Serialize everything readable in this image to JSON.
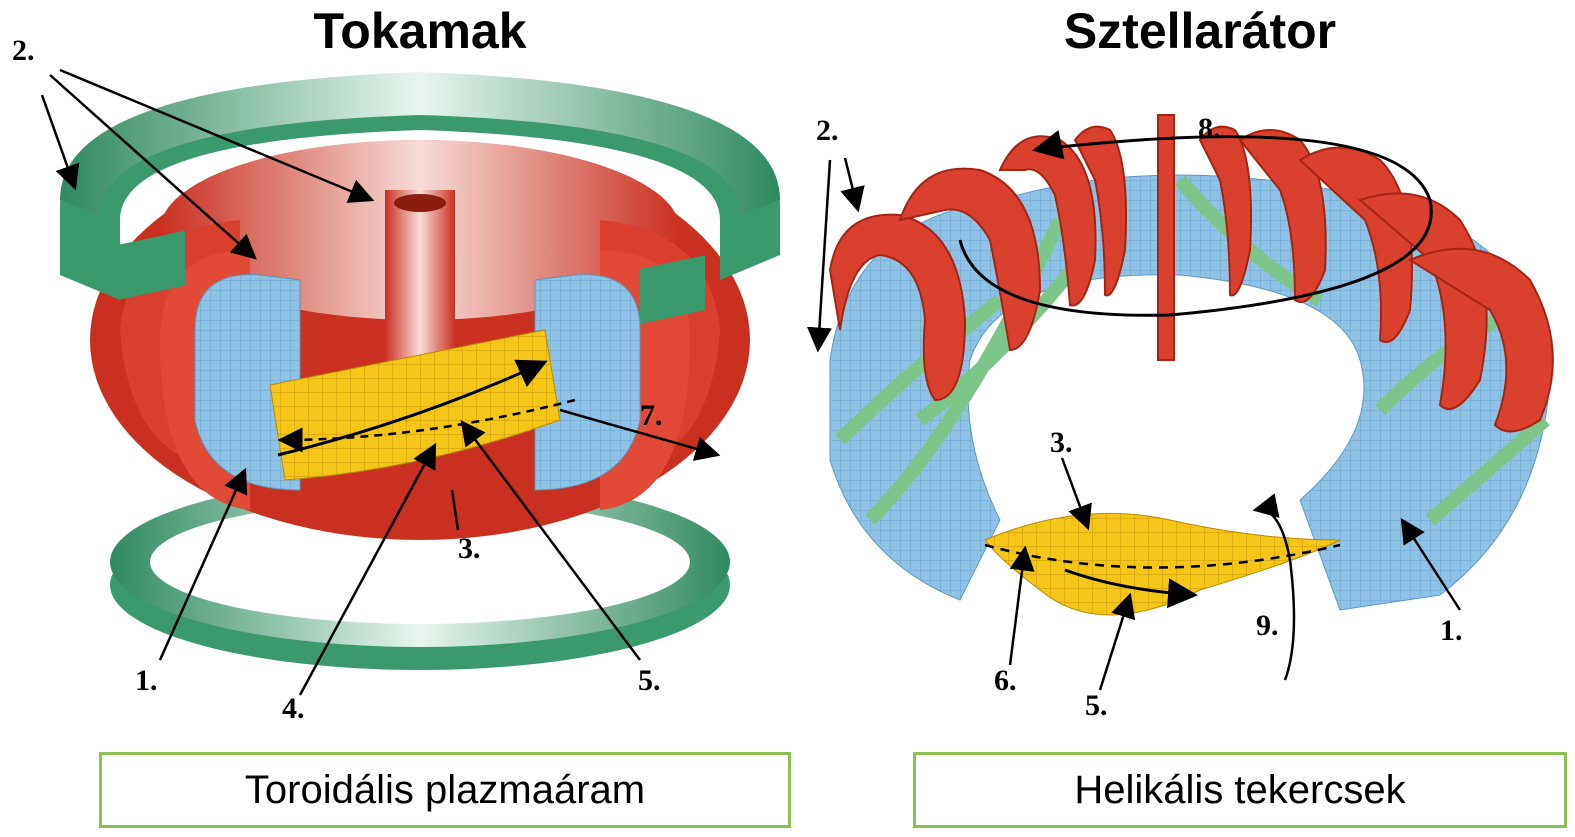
{
  "titles": {
    "left": "Tokamak",
    "right": "Sztellarátor"
  },
  "captions": {
    "left": "Toroidális plazmaáram",
    "right": "Helikális tekercsek"
  },
  "labels": {
    "tokamak": {
      "l1": "1.",
      "l2": "2.",
      "l3": "3.",
      "l4": "4.",
      "l5": "5.",
      "l7": "7."
    },
    "stellarator": {
      "l1": "1.",
      "l2": "2.",
      "l3": "3.",
      "l5": "5.",
      "l6": "6.",
      "l8": "8.",
      "l9": "9."
    }
  },
  "colors": {
    "coil_red": "#d9412e",
    "ring_green": "#3a9a6e",
    "vessel_blue": "#8fc3e6",
    "plasma_yellow": "#f5c518",
    "helical_green": "#7cc68a",
    "caption_border": "#8cc152"
  }
}
